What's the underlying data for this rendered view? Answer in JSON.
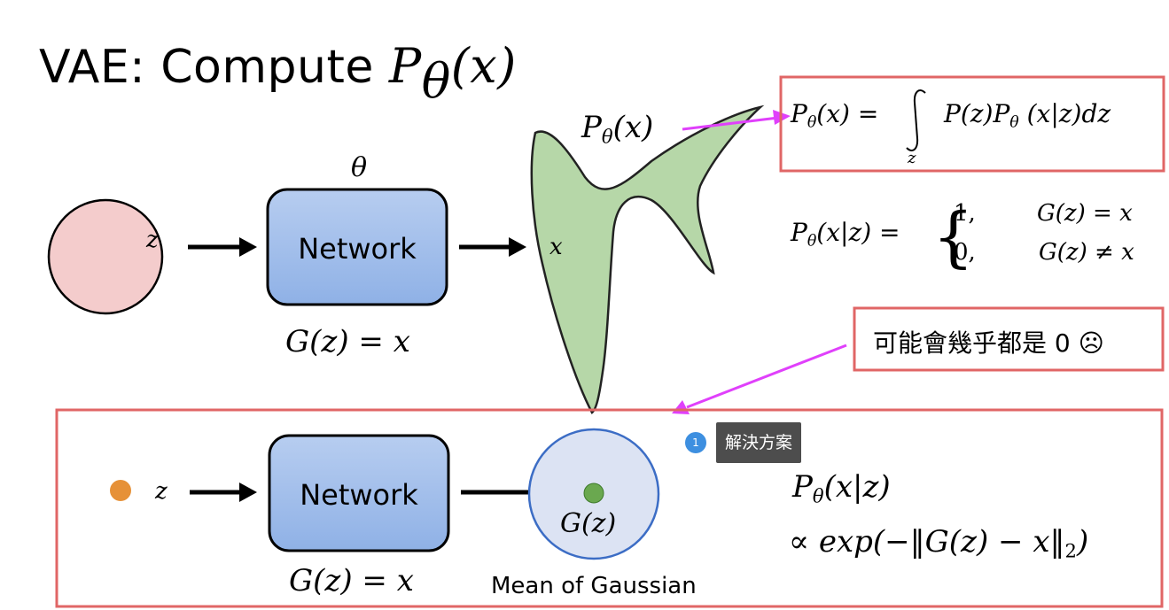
{
  "title": {
    "text": "VAE: Compute ",
    "math_main": "P",
    "math_sub": "θ",
    "math_arg": "(x)"
  },
  "top_diagram": {
    "z_label": "z",
    "theta_label": "θ",
    "network_label": "Network",
    "gz_eq": "G(z) = x",
    "x_label": "x",
    "p_label_main": "P",
    "p_label_sub": "θ",
    "p_label_arg": "(x)",
    "colors": {
      "z_circle": "#f4cccc",
      "network_box": "#a4c2f4",
      "blob": "#b6d7a8",
      "arrow_magenta": "#e040fb",
      "highlight_box": "#e06666"
    }
  },
  "equations": {
    "integral_lhs": "(x) = ",
    "integral_rhs": "P(z)P",
    "integral_rhs2": " (x|z)dz",
    "integral_sub": "z",
    "cases_lhs": "(x|z) = ",
    "case1_val": "1,",
    "case1_cond": "G(z) = x",
    "case2_val": "0,",
    "case2_cond": "G(z) ≠ x"
  },
  "note": {
    "text": "可能會幾乎都是 0 ☹"
  },
  "tooltip": {
    "badge": "1",
    "text": "解決方案"
  },
  "bottom_diagram": {
    "z_label": "z",
    "network_label": "Network",
    "gz_eq": "G(z) = x",
    "gz_label": "G(z)",
    "gaussian_caption": "Mean of Gaussian",
    "prop_line1_arg": "(x|z)",
    "prop_line2": "∝ exp(−‖G(z) − x‖",
    "prop_line2_sub": "2",
    "prop_line2_end": ")",
    "colors": {
      "z_dot": "#e69138",
      "network_box": "#a4c2f4",
      "gaussian_circle": "#dce3f3",
      "gaussian_border": "#3c6dc5",
      "mean_dot": "#6aa84f"
    }
  }
}
